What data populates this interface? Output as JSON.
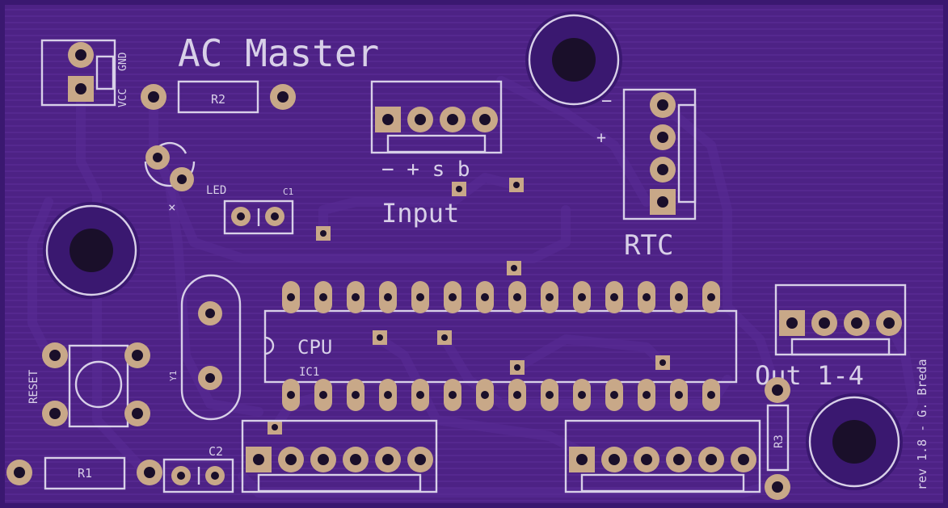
{
  "board": {
    "title": "AC Master",
    "revision": "rev 1.8 - G. Breda",
    "colors": {
      "board": "#4a2080",
      "silk": "#d8d0e8",
      "copper": "#c8a888",
      "drill": "#1a0f2a"
    }
  },
  "labels": {
    "input": "Input",
    "input_pins": "− + s b",
    "rtc": "RTC",
    "rtc_minus": "−",
    "rtc_plus": "+",
    "out": "Out 1-4",
    "cpu": "CPU",
    "ic1": "IC1",
    "led": "LED",
    "c1": "C1",
    "c2": "C2",
    "r1": "R1",
    "r2": "R2",
    "r3": "R3",
    "y1": "Y1",
    "reset": "RESET",
    "vcc": "VCC",
    "gnd": "GND",
    "led_cathode": "×"
  }
}
